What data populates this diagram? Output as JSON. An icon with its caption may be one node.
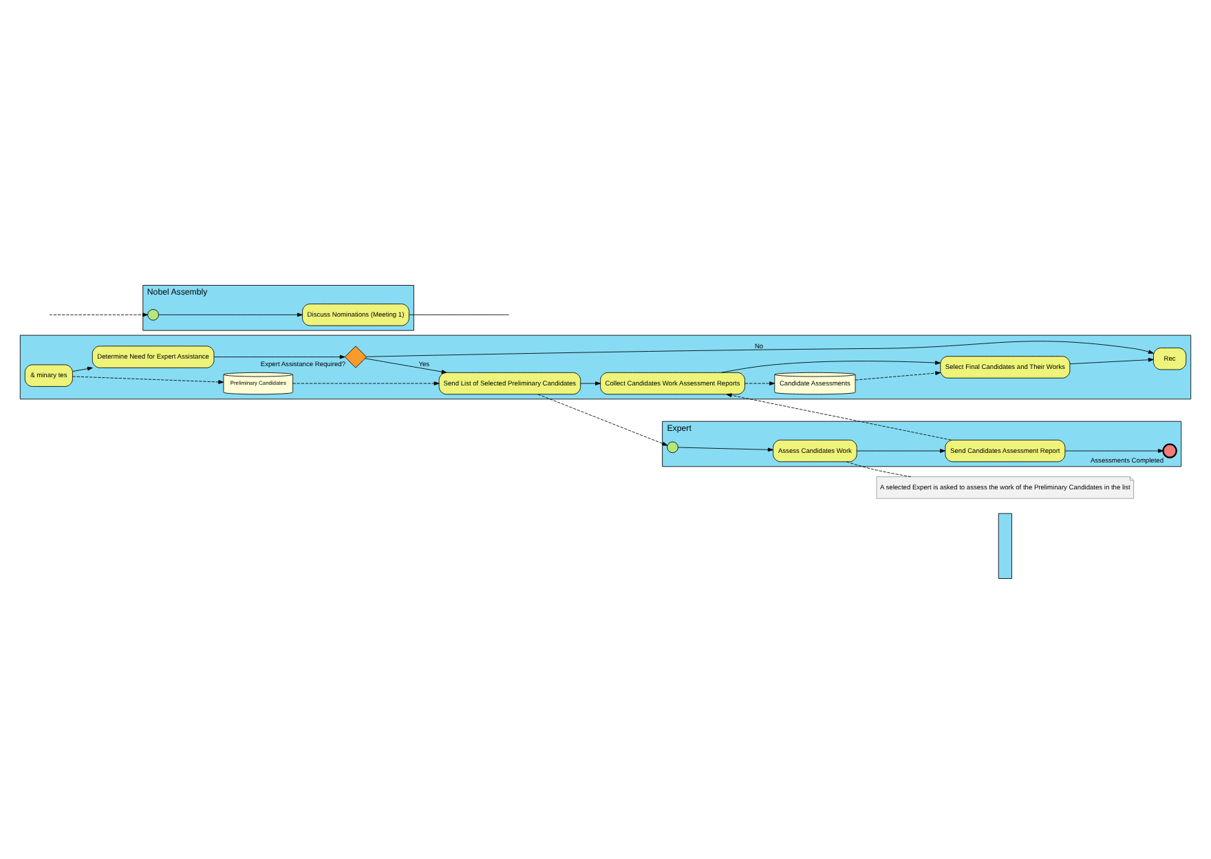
{
  "diagram": {
    "nodes": [
      {
        "text": [],
        "shape": "box"
      },
      {
        "text": [
          "& minary tes"
        ],
        "in": 0
      },
      {
        "text": [
          "Determine Need for Expert Assistance"
        ],
        "in": 0
      },
      {
        "text": [],
        "shape": "diamond",
        "in": 0,
        "beside": [
          "Expert Assistance Required?"
        ]
      },
      {
        "text": [
          "Send List of Selected Preliminary Candidates"
        ],
        "in": 0
      },
      {
        "text": [
          "Collect Candidates Work Assessment Reports"
        ],
        "in": 0
      },
      {
        "text": [
          "Select Final Candidates and Their Works"
        ],
        "in": 0
      },
      {
        "text": [
          "Rec"
        ],
        "in": 0
      },
      {
        "text": [
          "Preliminary Candidates"
        ],
        "in": 0
      },
      {
        "text": [
          "Candidate Assessments"
        ],
        "in": 0
      },
      {
        "text": [],
        "shape": "box"
      },
      {
        "text": [
          "Expert"
        ]
      },
      {
        "text": [],
        "shape": "circle",
        "in": 11
      },
      {
        "text": [
          "Assess Candidates Work"
        ],
        "in": 11
      },
      {
        "text": [
          "Send Candidates Assessment Report"
        ],
        "in": 11
      },
      {
        "text": [],
        "shape": "circle",
        "in": 11,
        "beside": [
          "Assessments Completed"
        ]
      },
      {
        "text": [
          "Nobel Assembly"
        ]
      },
      {
        "text": [],
        "shape": "circle",
        "in": 16
      },
      {
        "text": [
          "Discuss Nominations (Meeting 1)"
        ],
        "in": 16
      },
      {
        "text": [
          "A selected Expert is asked to assess the work of the Preliminary Candidates in the list"
        ]
      }
    ],
    "edges": [
      {
        "from": 1,
        "to": 2,
        "arrow": "to"
      },
      {
        "from": 2,
        "to": 3,
        "arrow": "to"
      },
      {
        "from": 3,
        "to": 4,
        "arrow": "to",
        "label": "Yes"
      },
      {
        "from": 3,
        "to": 7,
        "arrow": "to",
        "label": "No"
      },
      {
        "from": 4,
        "to": 5,
        "arrow": "to"
      },
      {
        "from": 5,
        "to": 6,
        "arrow": "to"
      },
      {
        "from": 6,
        "to": 7,
        "arrow": "to"
      },
      {
        "from": 1,
        "to": 8,
        "arrow": "to",
        "style": "dashed"
      },
      {
        "from": 8,
        "to": 4,
        "arrow": "to",
        "style": "dashed"
      },
      {
        "from": 5,
        "to": 9,
        "arrow": "to",
        "style": "dashed"
      },
      {
        "from": 9,
        "to": 6,
        "arrow": "to",
        "style": "dashed"
      },
      {
        "from": 4,
        "to": 12,
        "arrow": "to",
        "style": "dashed"
      },
      {
        "from": 14,
        "to": 5,
        "arrow": "to",
        "style": "dashed"
      },
      {
        "from": 12,
        "to": 13,
        "arrow": "to"
      },
      {
        "from": 13,
        "to": 14,
        "arrow": "to"
      },
      {
        "from": 14,
        "to": 15,
        "arrow": "to"
      },
      {
        "from": null,
        "to": 17,
        "arrow": "to",
        "style": "dashed"
      },
      {
        "from": 17,
        "to": 18,
        "arrow": "to"
      },
      {
        "from": 18,
        "to": null,
        "arrow": "none"
      },
      {
        "from": 13,
        "to": 19,
        "arrow": "none",
        "style": "dashed"
      }
    ]
  }
}
